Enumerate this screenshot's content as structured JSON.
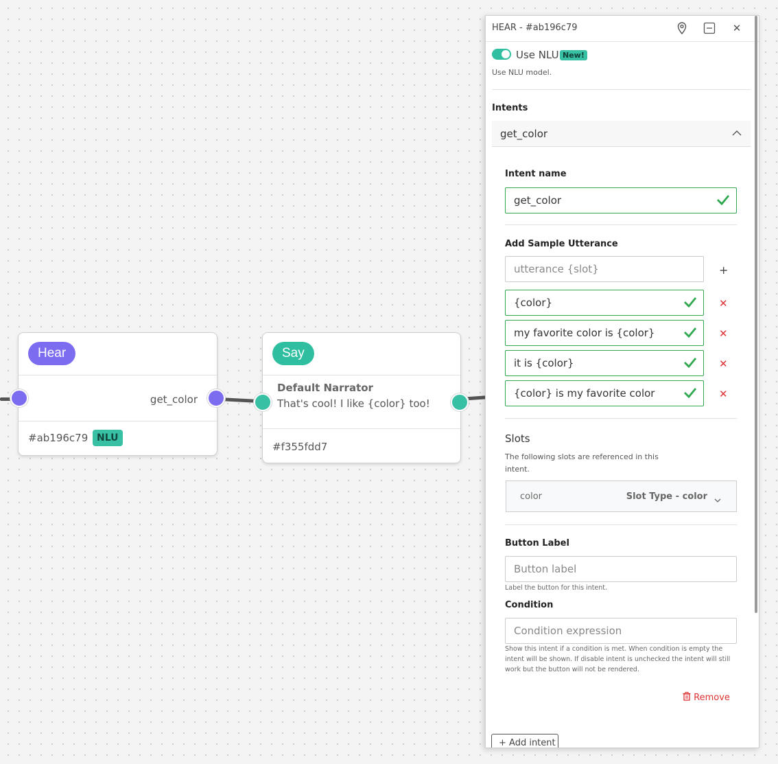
{
  "canvas": {
    "hear_node": {
      "type_label": "Hear",
      "output_label": "get_color",
      "id": "#ab196c79",
      "badge": "NLU"
    },
    "say_node": {
      "type_label": "Say",
      "narrator": "Default Narrator",
      "text": "That's cool! I like {color} too!",
      "id": "#f355fdd7"
    }
  },
  "panel": {
    "title": "HEAR - #ab196c79",
    "use_nlu": {
      "label": "Use NLU",
      "badge": "New!",
      "description": "Use NLU model.",
      "enabled": true
    },
    "intents_heading": "Intents",
    "intent": {
      "header": "get_color",
      "name_label": "Intent name",
      "name_value": "get_color",
      "utterance_heading": "Add Sample Utterance",
      "utterance_placeholder": "utterance {slot}",
      "utterances": [
        "{color}",
        "my favorite color is {color}",
        "it is {color}",
        "{color} is my favorite color"
      ],
      "slots_heading": "Slots",
      "slots_description": "The following slots are referenced in this intent.",
      "slot": {
        "name": "color",
        "type": "Slot Type - color"
      },
      "button_label_heading": "Button Label",
      "button_label_placeholder": "Button label",
      "button_label_help": "Label the button for this intent.",
      "condition_heading": "Condition",
      "condition_placeholder": "Condition expression",
      "condition_help": "Show this intent if a condition is met. When condition is empty the intent will be shown. If disable intent is unchecked the intent will still work but the button will not be rendered.",
      "remove_label": "Remove"
    },
    "add_intent_label": "+ Add intent"
  },
  "colors": {
    "hear": "#7b6cf0",
    "say": "#2fbfa0",
    "valid": "#2fa84f",
    "danger": "#d33333"
  }
}
